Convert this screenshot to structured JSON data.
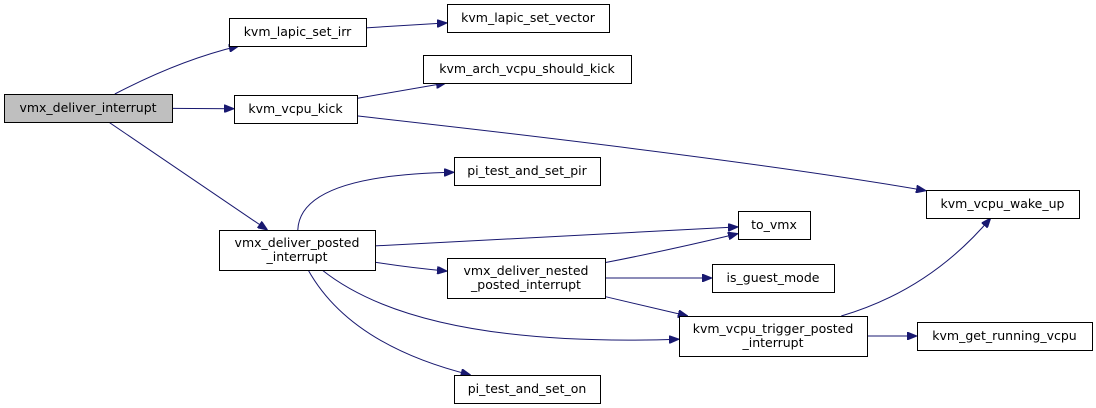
{
  "graph": {
    "root": "vmx_deliver_interrupt",
    "colors": {
      "root_fill": "#bfbfbf",
      "node_fill": "#ffffff",
      "border": "#000000",
      "edge": "#191970"
    },
    "nodes": [
      {
        "id": "vmx_deliver_interrupt",
        "lines": [
          "vmx_deliver_interrupt"
        ],
        "is_root": true
      },
      {
        "id": "kvm_lapic_set_irr",
        "lines": [
          "kvm_lapic_set_irr"
        ]
      },
      {
        "id": "kvm_lapic_set_vector",
        "lines": [
          "kvm_lapic_set_vector"
        ]
      },
      {
        "id": "kvm_vcpu_kick",
        "lines": [
          "kvm_vcpu_kick"
        ]
      },
      {
        "id": "kvm_arch_vcpu_should_kick",
        "lines": [
          "kvm_arch_vcpu_should_kick"
        ]
      },
      {
        "id": "kvm_vcpu_wake_up",
        "lines": [
          "kvm_vcpu_wake_up"
        ]
      },
      {
        "id": "vmx_deliver_posted_interrupt",
        "lines": [
          "vmx_deliver_posted",
          "_interrupt"
        ]
      },
      {
        "id": "pi_test_and_set_pir",
        "lines": [
          "pi_test_and_set_pir"
        ]
      },
      {
        "id": "to_vmx",
        "lines": [
          "to_vmx"
        ]
      },
      {
        "id": "vmx_deliver_nested_posted_interrupt",
        "lines": [
          "vmx_deliver_nested",
          "_posted_interrupt"
        ]
      },
      {
        "id": "is_guest_mode",
        "lines": [
          "is_guest_mode"
        ]
      },
      {
        "id": "kvm_vcpu_trigger_posted_interrupt",
        "lines": [
          "kvm_vcpu_trigger_posted",
          "_interrupt"
        ]
      },
      {
        "id": "kvm_get_running_vcpu",
        "lines": [
          "kvm_get_running_vcpu"
        ]
      },
      {
        "id": "pi_test_and_set_on",
        "lines": [
          "pi_test_and_set_on"
        ]
      }
    ],
    "edges": [
      {
        "from": "vmx_deliver_interrupt",
        "to": "kvm_lapic_set_irr"
      },
      {
        "from": "vmx_deliver_interrupt",
        "to": "kvm_vcpu_kick"
      },
      {
        "from": "vmx_deliver_interrupt",
        "to": "vmx_deliver_posted_interrupt"
      },
      {
        "from": "kvm_lapic_set_irr",
        "to": "kvm_lapic_set_vector"
      },
      {
        "from": "kvm_vcpu_kick",
        "to": "kvm_arch_vcpu_should_kick"
      },
      {
        "from": "kvm_vcpu_kick",
        "to": "kvm_vcpu_wake_up"
      },
      {
        "from": "vmx_deliver_posted_interrupt",
        "to": "pi_test_and_set_pir"
      },
      {
        "from": "vmx_deliver_posted_interrupt",
        "to": "to_vmx"
      },
      {
        "from": "vmx_deliver_posted_interrupt",
        "to": "vmx_deliver_nested_posted_interrupt"
      },
      {
        "from": "vmx_deliver_posted_interrupt",
        "to": "kvm_vcpu_trigger_posted_interrupt"
      },
      {
        "from": "vmx_deliver_posted_interrupt",
        "to": "pi_test_and_set_on"
      },
      {
        "from": "vmx_deliver_nested_posted_interrupt",
        "to": "to_vmx"
      },
      {
        "from": "vmx_deliver_nested_posted_interrupt",
        "to": "is_guest_mode"
      },
      {
        "from": "vmx_deliver_nested_posted_interrupt",
        "to": "kvm_vcpu_trigger_posted_interrupt"
      },
      {
        "from": "kvm_vcpu_trigger_posted_interrupt",
        "to": "kvm_vcpu_wake_up"
      },
      {
        "from": "kvm_vcpu_trigger_posted_interrupt",
        "to": "kvm_get_running_vcpu"
      }
    ]
  }
}
